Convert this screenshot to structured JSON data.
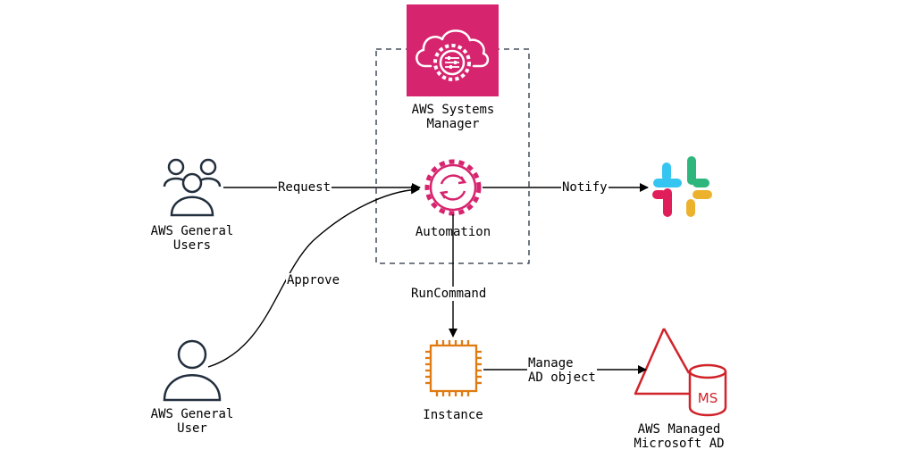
{
  "nodes": {
    "ssm": {
      "label": "AWS Systems\nManager",
      "color": "#d6246e"
    },
    "automation": {
      "label": "Automation",
      "color": "#d6246e"
    },
    "general_users": {
      "label": "AWS General\nUsers",
      "color": "#232f3e"
    },
    "general_user": {
      "label": "AWS General\nUser",
      "color": "#232f3e"
    },
    "instance": {
      "label": "Instance",
      "color": "#e07b12"
    },
    "managed_ad": {
      "label": "AWS Managed\nMicrosoft AD",
      "color": "#d0232a",
      "badge": "MS"
    },
    "slack": {
      "icon": "slack-logo-icon",
      "colors": [
        "#36c5f0",
        "#2eb67d",
        "#ecb22e",
        "#e01e5a"
      ]
    }
  },
  "edges": {
    "request": "Request",
    "notify": "Notify",
    "approve": "Approve",
    "run_command": "RunCommand",
    "manage": "Manage\nAD object"
  },
  "boundary": {
    "style": "dashed",
    "color": "#232f3e"
  }
}
